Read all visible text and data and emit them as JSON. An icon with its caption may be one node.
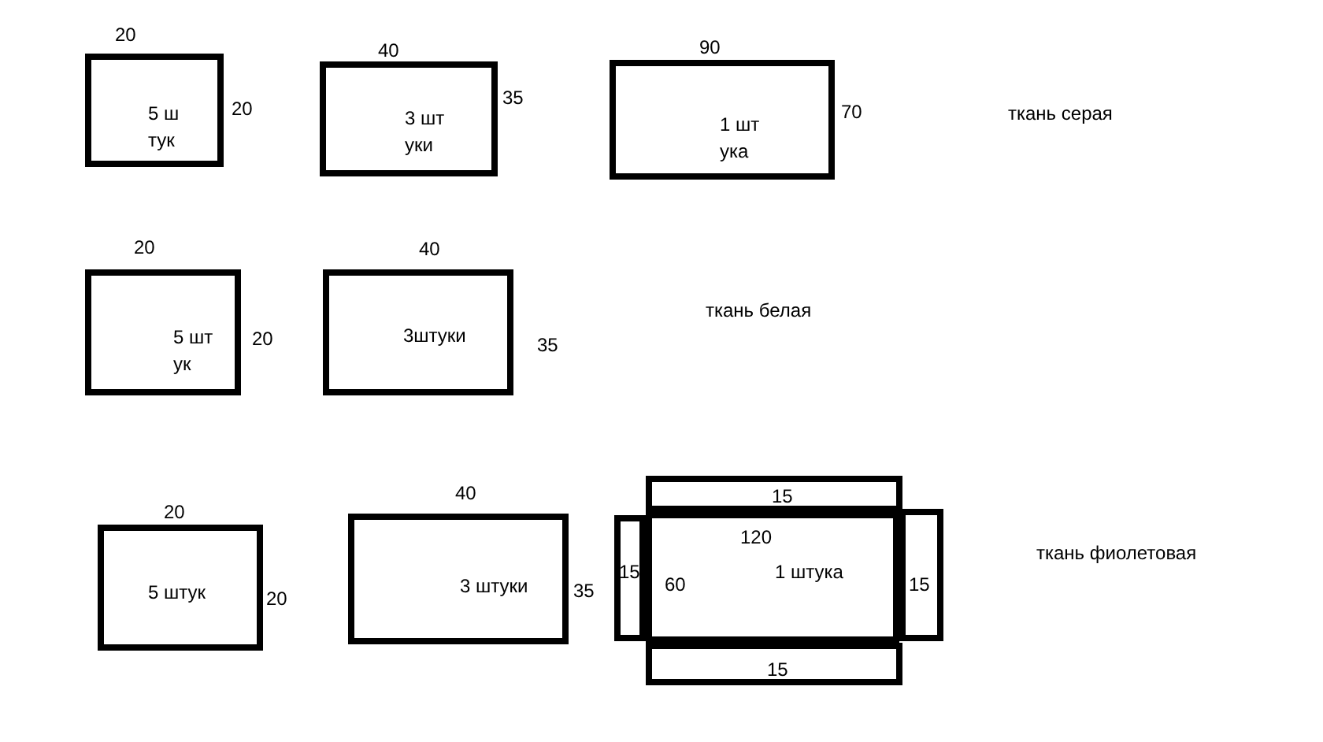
{
  "diagram": {
    "nodes": [
      {
        "text": [
          "5 ш тук"
        ],
        "beside": [
          "20",
          "20"
        ]
      },
      {
        "text": [
          "3 шт уки"
        ],
        "beside": [
          "40",
          "35"
        ]
      },
      {
        "text": [
          "1 шт ука"
        ],
        "beside": [
          "90",
          "70"
        ]
      },
      {
        "text": [
          "5 шт ук"
        ],
        "beside": [
          "20",
          "20"
        ]
      },
      {
        "text": [
          "3штуки"
        ],
        "beside": [
          "40",
          "35"
        ]
      },
      {
        "text": [
          "5 штук"
        ],
        "beside": [
          "20",
          "20"
        ]
      },
      {
        "text": [
          "3 штуки"
        ],
        "beside": [
          "40",
          "35"
        ]
      },
      {
        "text": [
          "15"
        ]
      },
      {
        "text": [
          "15"
        ]
      },
      {
        "text": [
          "120",
          "1 штука",
          "60"
        ]
      },
      {
        "text": [
          "15"
        ]
      },
      {
        "text": [
          "15"
        ]
      }
    ],
    "labels": [
      "ткань серая",
      "ткань белая",
      "ткань фиолетовая"
    ]
  }
}
